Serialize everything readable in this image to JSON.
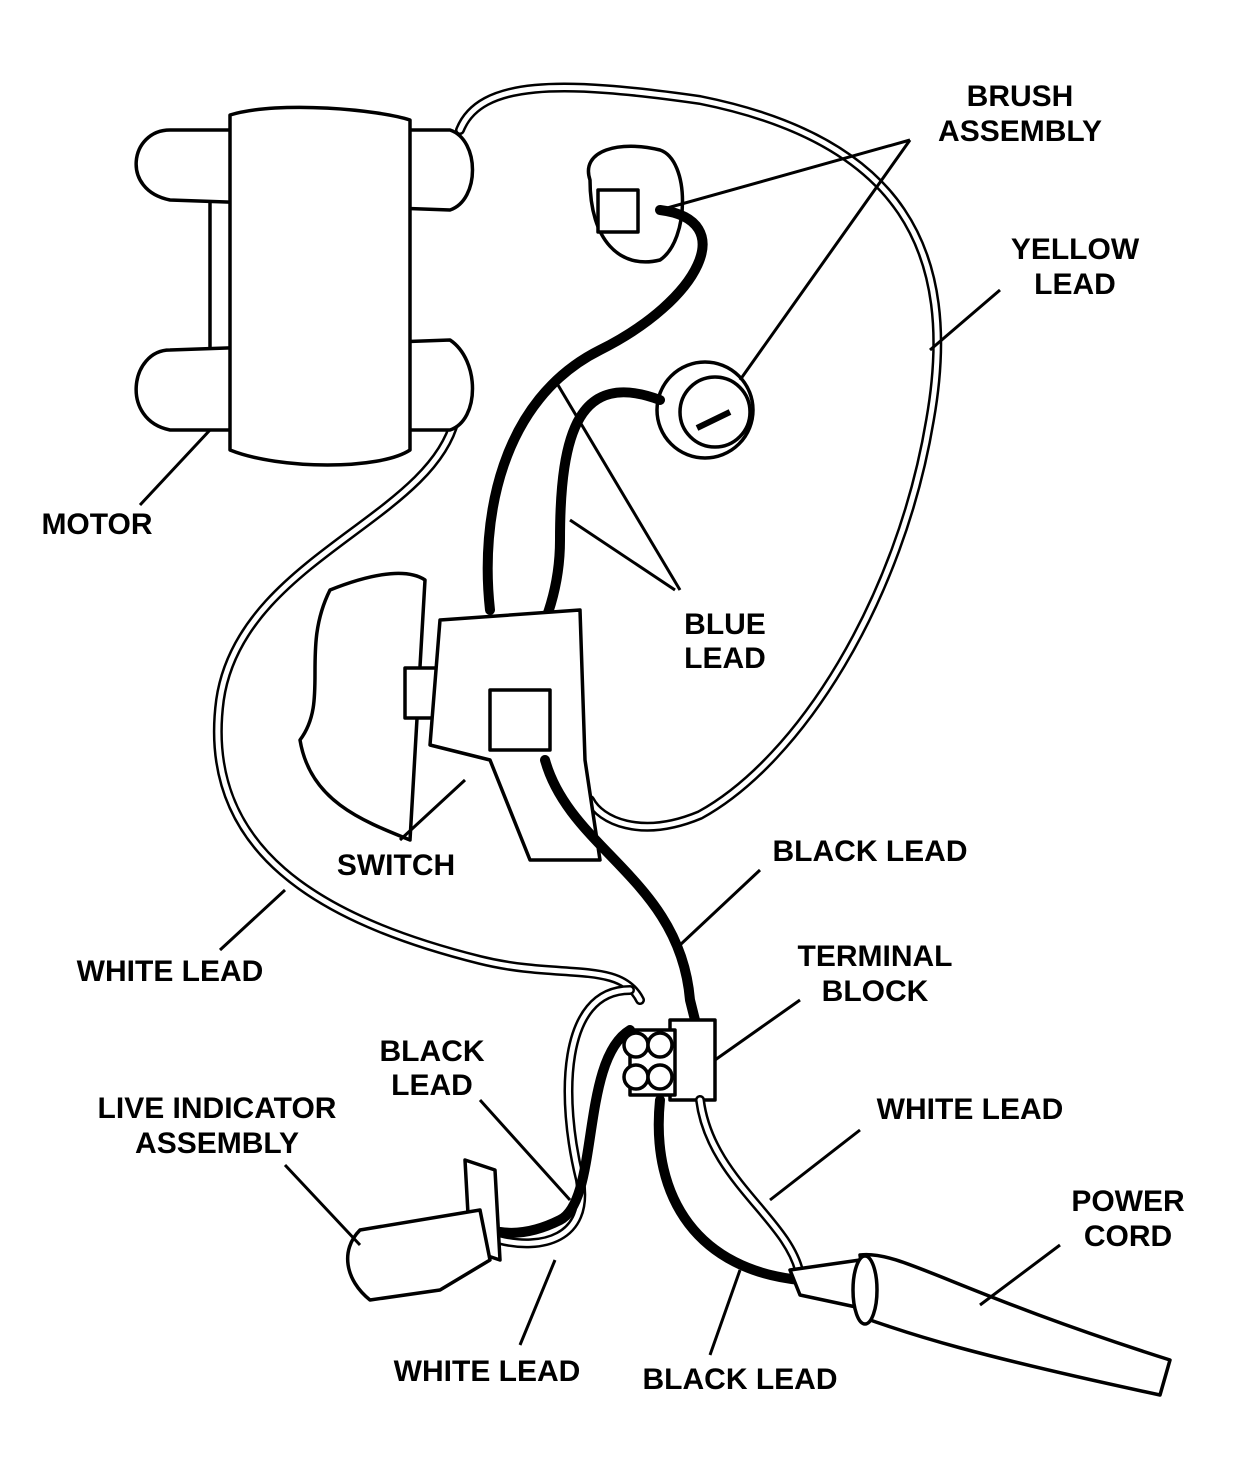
{
  "labels": {
    "brush_assembly": [
      "BRUSH",
      "ASSEMBLY"
    ],
    "yellow_lead": [
      "YELLOW",
      "LEAD"
    ],
    "motor": "MOTOR",
    "blue_lead": [
      "BLUE",
      "LEAD"
    ],
    "switch": "SWITCH",
    "black_lead_top": "BLACK LEAD",
    "white_lead_left": "WHITE LEAD",
    "terminal_block": [
      "TERMINAL",
      "BLOCK"
    ],
    "black_lead_indicator": [
      "BLACK",
      "LEAD"
    ],
    "live_indicator_assembly": [
      "LIVE INDICATOR",
      "ASSEMBLY"
    ],
    "white_lead_right": "WHITE LEAD",
    "power_cord": [
      "POWER",
      "CORD"
    ],
    "white_lead_bottom": "WHITE LEAD",
    "black_lead_bottom": "BLACK LEAD"
  }
}
